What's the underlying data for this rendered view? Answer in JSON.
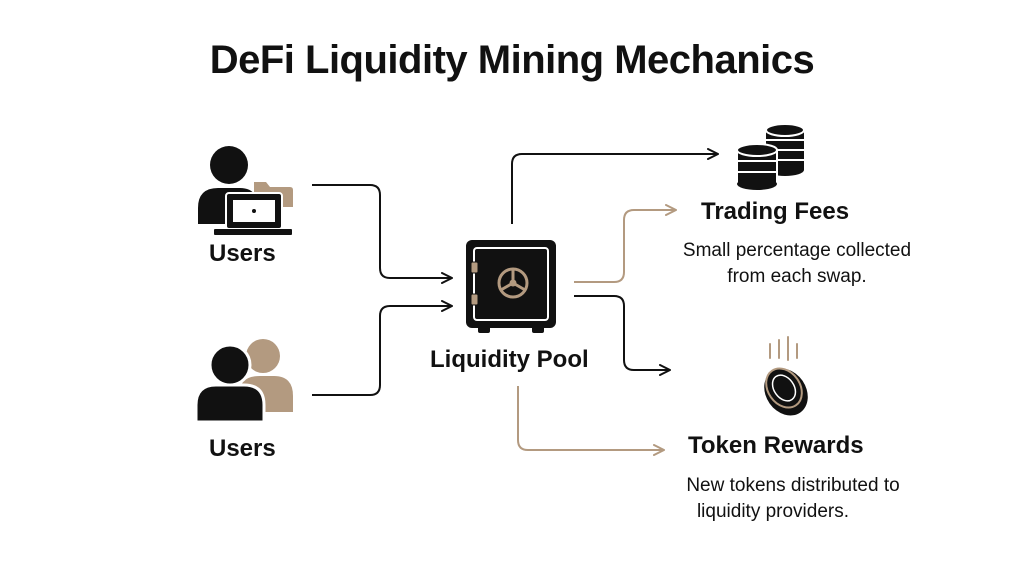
{
  "title": "DeFi Liquidity Mining Mechanics",
  "nodes": {
    "users_top": {
      "label": "Users",
      "icon": "user-laptop-icon"
    },
    "users_bottom": {
      "label": "Users",
      "icon": "users-group-icon"
    },
    "pool": {
      "label": "Liquidity Pool",
      "icon": "safe-vault-icon"
    },
    "fees": {
      "label": "Trading Fees",
      "icon": "coin-stacks-icon",
      "description_line1": "Small percentage collected",
      "description_line2": "from each swap."
    },
    "rewards": {
      "label": "Token Rewards",
      "icon": "falling-coin-icon",
      "description_line1": "New tokens distributed to",
      "description_line2": "liquidity providers."
    }
  },
  "colors": {
    "primary": "#111111",
    "accent": "#b39a80",
    "background": "#ffffff"
  }
}
